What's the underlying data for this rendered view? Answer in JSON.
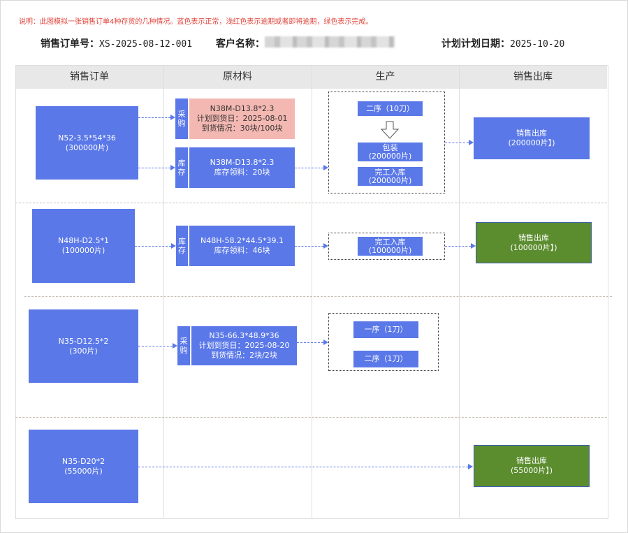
{
  "note": "说明：此图模拟一张销售订单4种存货的几种情况。蓝色表示正常，浅红色表示逾期或者即将逾期，绿色表示完成。",
  "header": {
    "order_label": "销售订单号：",
    "order_no": "XS-2025-08-12-001",
    "customer_label": "客户名称：",
    "plan_label": "计划计划日期：",
    "plan_date": "2025-10-20"
  },
  "columns": [
    "销售订单",
    "原材料",
    "生产",
    "销售出库"
  ],
  "colors": {
    "normal": "#5a78e8",
    "overdue": "#f4b8b2",
    "done": "#5b8c2e"
  },
  "rows": [
    {
      "order": {
        "line1": "N52-3.5*54*36",
        "line2": "(300000片)"
      },
      "materials": [
        {
          "tag": "采购",
          "line1": "N38M-D13.8*2.3",
          "line2": "计划到货日：2025-08-01",
          "line3": "到货情况：30块/100块",
          "status": "overdue"
        },
        {
          "tag": "库存",
          "line1": "N38M-D13.8*2.3",
          "line2": "库存领料：20块",
          "status": "normal"
        }
      ],
      "production": [
        {
          "line1": "二序（10刀）"
        },
        {
          "line1": "包装",
          "line2": "(200000片)"
        },
        {
          "line1": "完工入库",
          "line2": "(200000片)"
        }
      ],
      "outbound": {
        "line1": "销售出库",
        "line2": "(200000片】)",
        "status": "normal"
      }
    },
    {
      "order": {
        "line1": "N48H-D2.5*1",
        "line2": "(100000片)"
      },
      "materials": [
        {
          "tag": "库存",
          "line1": "N48H-58.2*44.5*39.1",
          "line2": "库存领料：46块",
          "status": "normal"
        }
      ],
      "production": [
        {
          "line1": "完工入库",
          "line2": "(100000片)"
        }
      ],
      "outbound": {
        "line1": "销售出库",
        "line2": "(100000片】)",
        "status": "done"
      }
    },
    {
      "order": {
        "line1": "N35-D12.5*2",
        "line2": "(300片)"
      },
      "materials": [
        {
          "tag": "采购",
          "line1": "N35-66.3*48.9*36",
          "line2": "计划到货日：2025-08-20",
          "line3": "到货情况：2块/2块",
          "status": "normal"
        }
      ],
      "production": [
        {
          "line1": "一序（1刀）"
        },
        {
          "line1": "二序（1刀）"
        }
      ]
    },
    {
      "order": {
        "line1": "N35-D20*2",
        "line2": "(55000片)"
      },
      "outbound": {
        "line1": "销售出库",
        "line2": "(55000片】)",
        "status": "done"
      }
    }
  ]
}
